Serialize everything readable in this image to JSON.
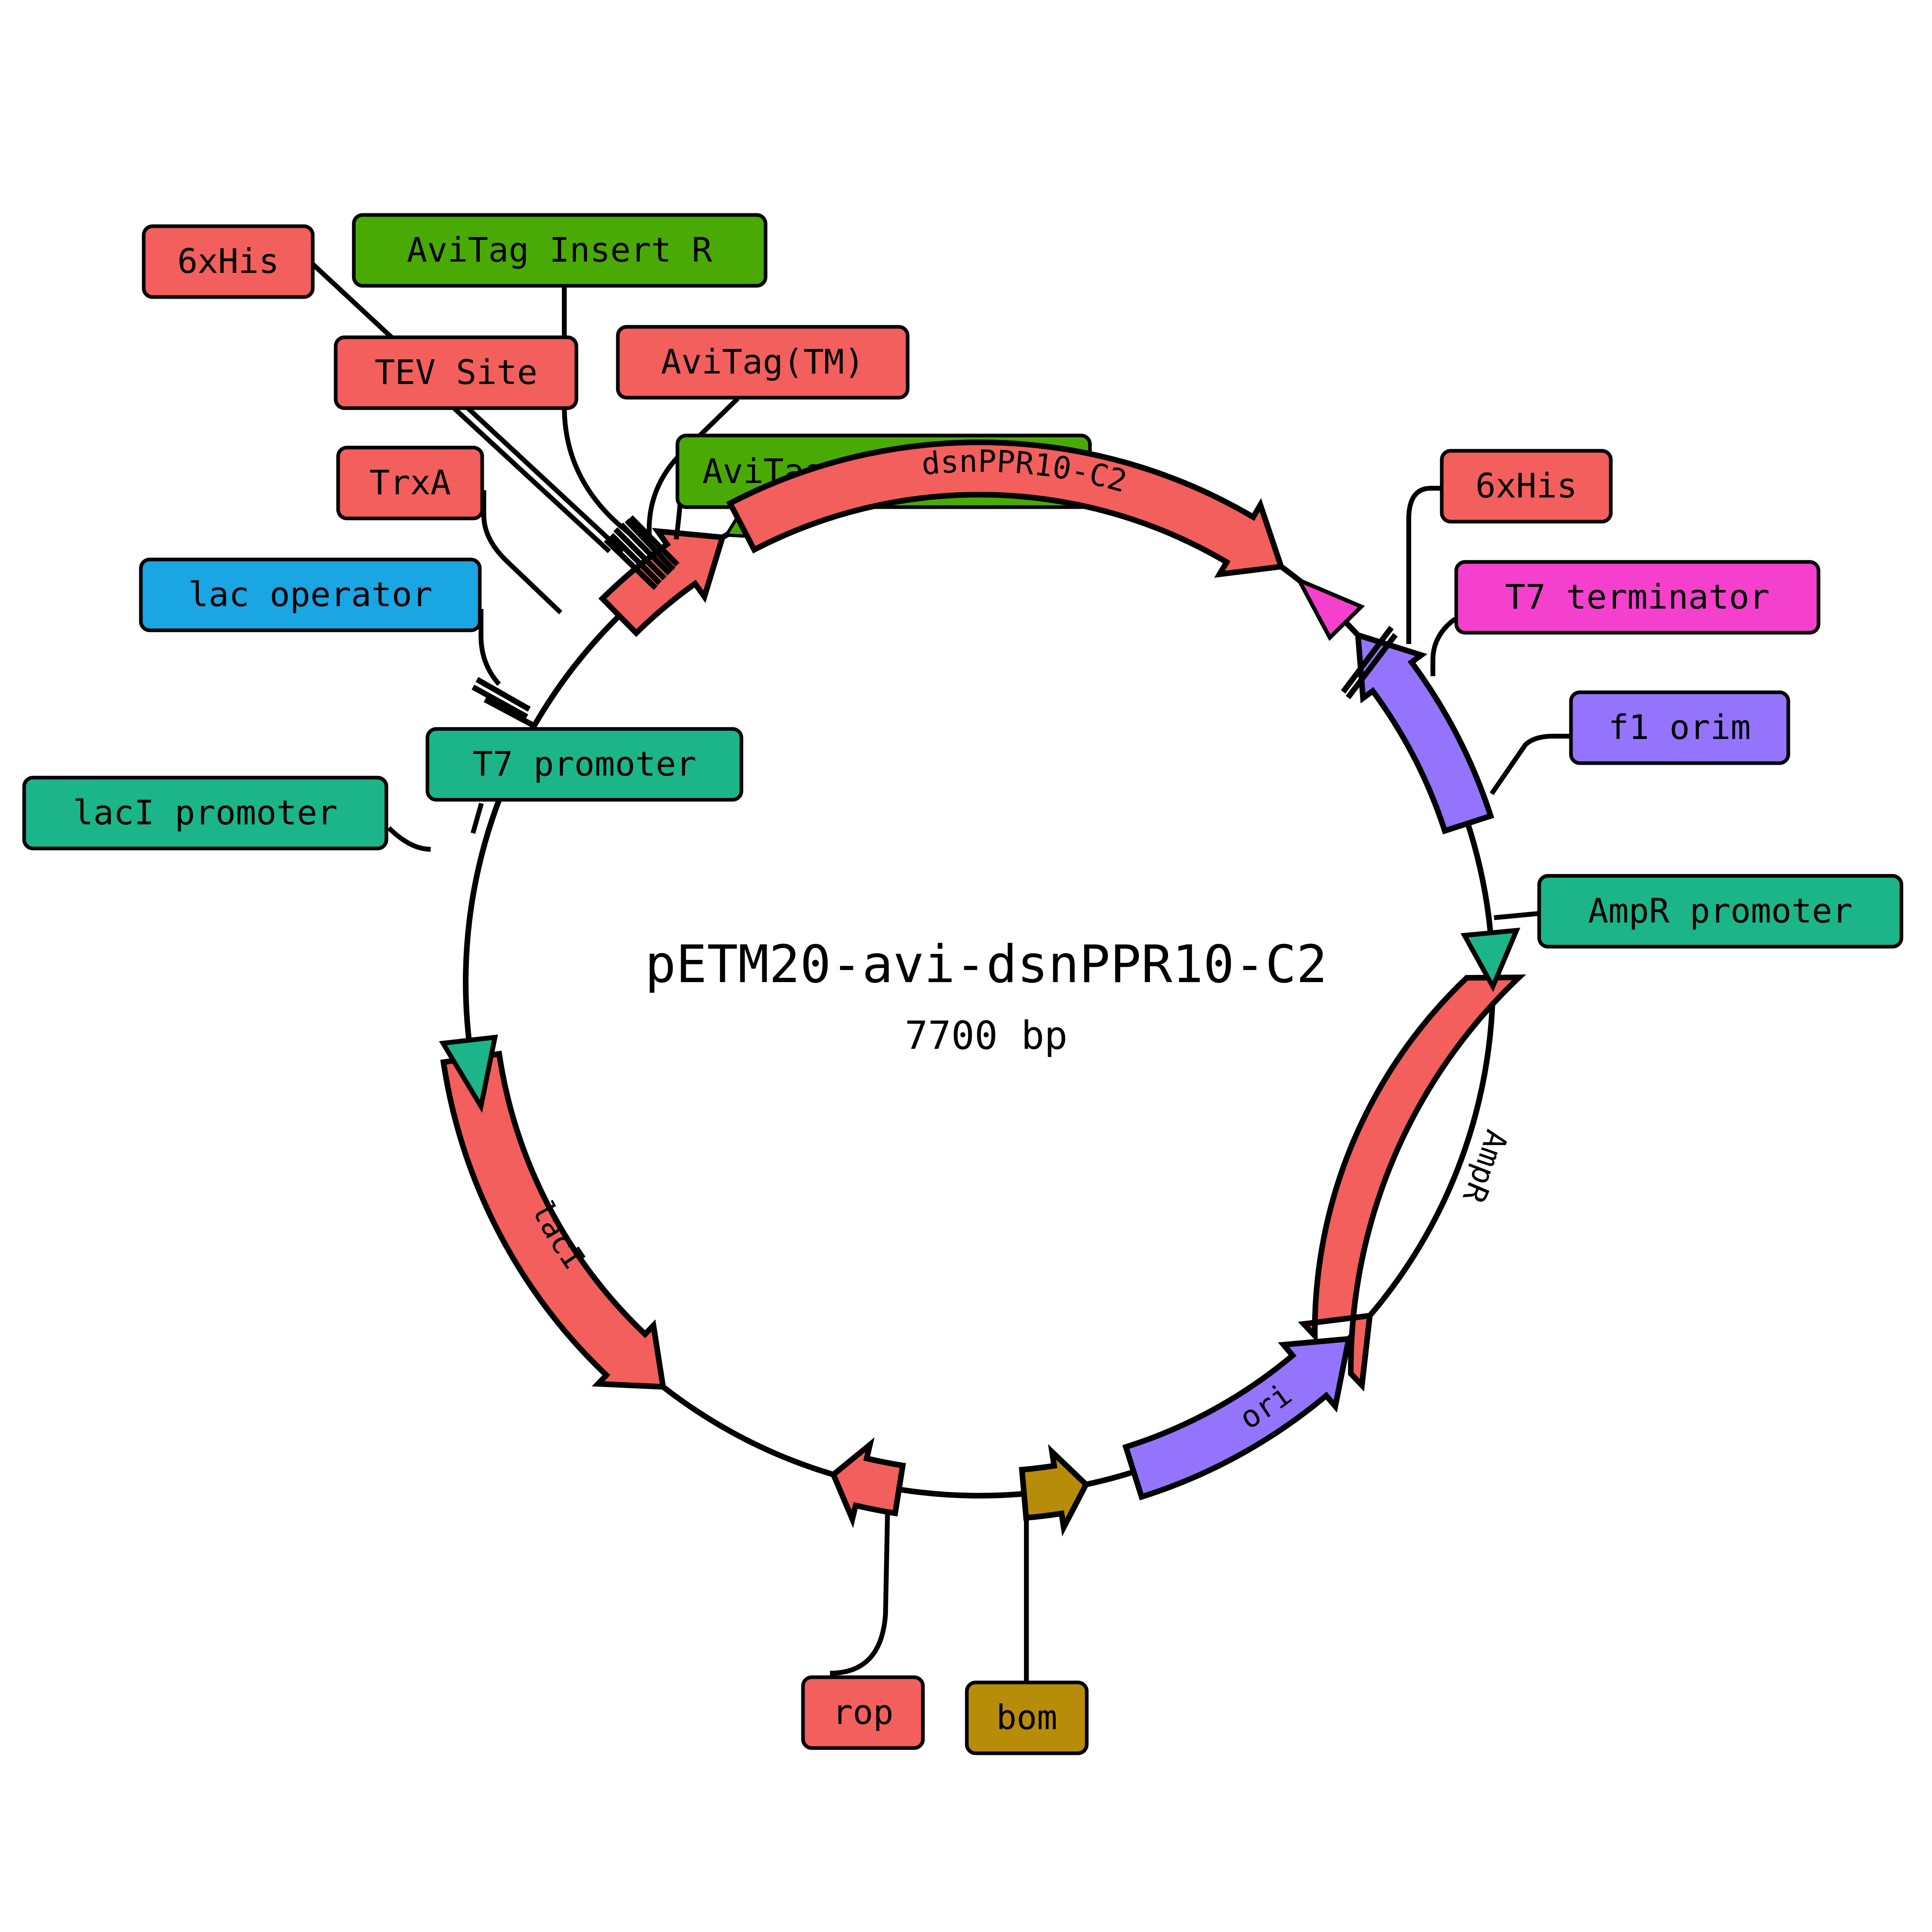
{
  "plasmid": {
    "name": "pETM20-avi-dsnPPR10-C2",
    "size_label": "7700 bp"
  },
  "colors": {
    "cds": "#f25f5c",
    "misc_feature": "#4aaa05",
    "promoter": "#1bb589",
    "terminator": "#f440cc",
    "rep_origin": "#9474fd",
    "protein_bind": "#1aa6e3",
    "bom": "#b78c08",
    "outline": "#000000"
  },
  "arc_labels": {
    "dsnPPR10": "dsnPPR10-C2",
    "lacI": "lacI",
    "AmpR": "AmpR",
    "ori": "ori"
  },
  "labels": {
    "his6_top": "6xHis",
    "avitag_insert_r": "AviTag Insert R",
    "tev_site": "TEV Site",
    "avitag_tm": "AviTag(TM)",
    "avitag_hidden": "AviTag Insert F",
    "trxa": "TrxA",
    "lac_operator": "lac operator",
    "t7_promoter": "T7 promoter",
    "laci_promoter": "lacI promoter",
    "his6_right": "6xHis",
    "t7_terminator": "T7 terminator",
    "f1_ori": "f1 orim",
    "ampr_promoter": "AmpR promoter",
    "rop": "rop",
    "bom": "bom"
  }
}
